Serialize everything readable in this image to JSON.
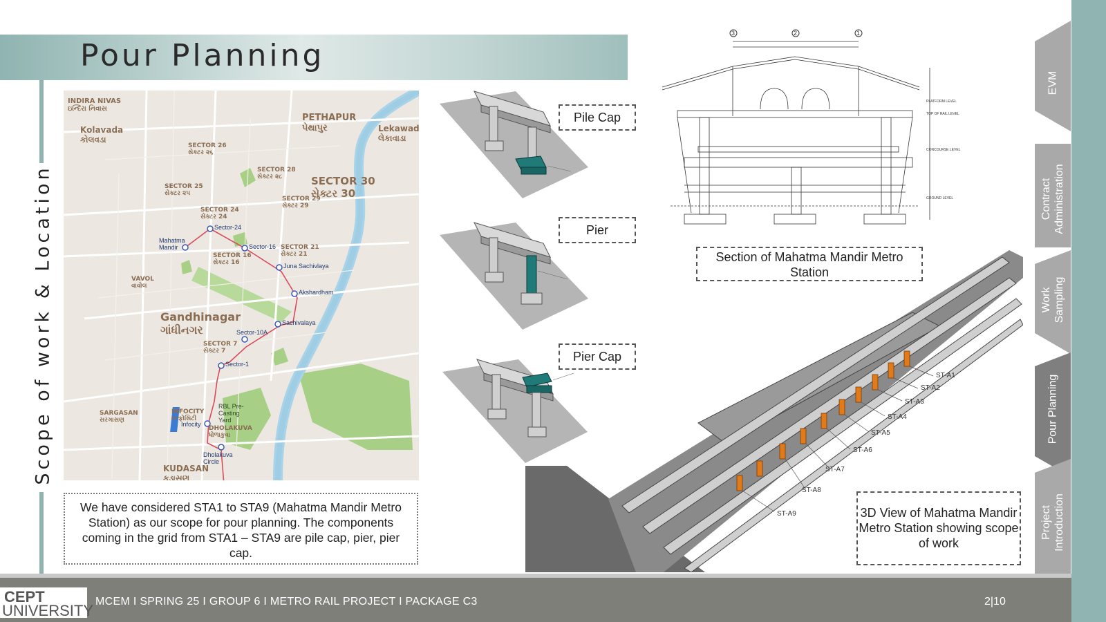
{
  "title": "Pour Planning",
  "side_label": "Scope of work & Location",
  "map": {
    "places": [
      {
        "name": "INDIRA NIVAS",
        "local": "ઇન્દિરા નિવાસ"
      },
      {
        "name": "Kolavada",
        "local": "કોલવડા"
      },
      {
        "name": "PETHAPUR",
        "local": "પેથાપુર"
      },
      {
        "name": "Lekawada",
        "local": "લેકાવાડા"
      },
      {
        "name": "SECTOR 26",
        "local": "સેક્ટર ૨૬"
      },
      {
        "name": "SECTOR 28",
        "local": "સેક્ટર ૨૮"
      },
      {
        "name": "SECTOR 30",
        "local": "સેક્ટર 30"
      },
      {
        "name": "SECTOR 25",
        "local": "સેક્ટર ૨૫"
      },
      {
        "name": "SECTOR 29",
        "local": "સેક્ટર 29"
      },
      {
        "name": "SECTOR 24",
        "local": "સેક્ટર 24"
      },
      {
        "name": "SECTOR 21",
        "local": "સેક્ટર 21"
      },
      {
        "name": "SECTOR 16",
        "local": "સેક્ટર 16"
      },
      {
        "name": "VAVOL",
        "local": "વાવોલ"
      },
      {
        "name": "Gandhinagar",
        "local": "ગાંધીનગર"
      },
      {
        "name": "SECTOR 7",
        "local": "સેક્ટર 7"
      },
      {
        "name": "SARGASAN",
        "local": "સરગાસણ"
      },
      {
        "name": "INFOCITY",
        "local": "ઇન્ફોસિટી"
      },
      {
        "name": "DHOLAKUVA",
        "local": "ધોળાકુવા"
      },
      {
        "name": "KUDASAN",
        "local": "કુડાસણ"
      }
    ],
    "stations": [
      "Sector-24",
      "Mahatma Mandir",
      "Sector-16",
      "Juna Sachivlaya",
      "Akshardham",
      "Sachivalaya",
      "Sector-10A",
      "Sector-1",
      "Infocity",
      "Dholakuva Circle"
    ],
    "yard_label": "RBL Pre-Casting Yard"
  },
  "description": "We have considered STA1 to STA9 (Mahatma Mandir Metro Station) as our scope for pour planning. The components coming in the grid from STA1 – STA9 are pile cap, pier, pier cap.",
  "components": {
    "pile_cap": "Pile Cap",
    "pier": "Pier",
    "pier_cap": "Pier Cap"
  },
  "section_caption": "Section of Mahatma Mandir Metro Station",
  "section_grid": [
    "3",
    "2",
    "1"
  ],
  "view3d": {
    "caption": "3D View of Mahatma Mandir Metro Station showing scope of work",
    "labels": [
      "ST-A1",
      "ST-A2",
      "ST-A3",
      "ST-A4",
      "ST-A5",
      "ST-A6",
      "ST-A7",
      "ST-A8",
      "ST-A9"
    ]
  },
  "nav": {
    "tabs": [
      {
        "label": "EVM",
        "active": false
      },
      {
        "label": "Contract Administration",
        "active": false
      },
      {
        "label": "Work Sampling",
        "active": false
      },
      {
        "label": "Pour Planning",
        "active": true
      },
      {
        "label": "Project Introduction",
        "active": false
      }
    ]
  },
  "footer": {
    "logo_top": "CEPT",
    "logo_bottom": "UNIVERSITY",
    "text": "MCEM I SPRING 25 I GROUP 6 I METRO RAIL PROJECT I PACKAGE C3",
    "page": "2|10"
  },
  "colors": {
    "accent": "#8fb4b1",
    "highlight": "#1f7a78",
    "orange": "#e07a1a",
    "footer": "#7f7f7a",
    "tab": "#a9a9a9",
    "tab_active": "#7f7f7f"
  }
}
